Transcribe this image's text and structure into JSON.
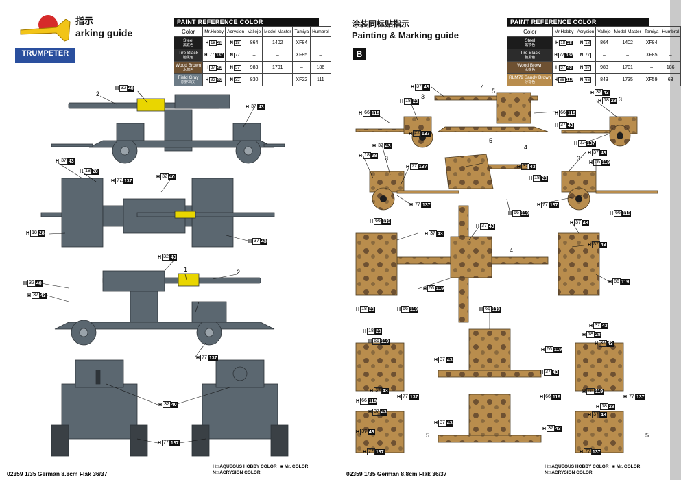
{
  "brand": "TRUMPETER",
  "left_page": {
    "title_cn": "指示",
    "title_en": "arking guide",
    "footer": "02359 1/35 German 8.8cm Flak 36/37"
  },
  "right_page": {
    "title_cn": "涂装同标贴指示",
    "title_en": "Painting & Marking guide",
    "section_badge": "B",
    "footer": "02359 1/35 German 8.8cm Flak 36/37"
  },
  "paint_table": {
    "title": "PAINT REFERENCE COLOR",
    "headers": [
      "Color",
      "Mr.Hobby",
      "Acrysion",
      "Vallejo",
      "Model Master",
      "Tamiya",
      "Humbrol"
    ],
    "rows_left": [
      {
        "name": "Steel",
        "name_cn": "黑铁色",
        "swatch": "#1c1c1c",
        "h": "18",
        "h2": "28",
        "n": "18",
        "vallejo": "864",
        "mm": "1402",
        "tamiya": "XF84",
        "humbrol": "–"
      },
      {
        "name": "Tire Black",
        "name_cn": "胎黑色",
        "swatch": "#2c2c2c",
        "h": "77",
        "h2": "137",
        "n": "77",
        "vallejo": "–",
        "mm": "–",
        "tamiya": "XF85",
        "humbrol": "–"
      },
      {
        "name": "Wood Brown",
        "name_cn": "木棕色",
        "swatch": "#6e5132",
        "h": "37",
        "h2": "43",
        "n": "37",
        "vallejo": "983",
        "mm": "1701",
        "tamiya": "–",
        "humbrol": "186"
      },
      {
        "name": "Field Gray",
        "name_cn": "原野灰(1)",
        "swatch": "#6c7b86",
        "h": "32",
        "h2": "40",
        "n": "32",
        "vallejo": "830",
        "mm": "–",
        "tamiya": "XF22",
        "humbrol": "111"
      }
    ],
    "rows_right": [
      {
        "name": "Steel",
        "name_cn": "黑铁色",
        "swatch": "#1c1c1c",
        "h": "18",
        "h2": "28",
        "n": "18",
        "vallejo": "864",
        "mm": "1402",
        "tamiya": "XF84",
        "humbrol": "–"
      },
      {
        "name": "Tire Black",
        "name_cn": "胎黑色",
        "swatch": "#2c2c2c",
        "h": "77",
        "h2": "137",
        "n": "77",
        "vallejo": "–",
        "mm": "–",
        "tamiya": "XF85",
        "humbrol": "–"
      },
      {
        "name": "Wood Brown",
        "name_cn": "木棕色",
        "swatch": "#6e5132",
        "h": "37",
        "h2": "43",
        "n": "37",
        "vallejo": "983",
        "mm": "1701",
        "tamiya": "–",
        "humbrol": "186"
      },
      {
        "name": "RLM79 Sandy Brown",
        "name_cn": "沙棕色",
        "swatch": "#b98d4d",
        "h": "66",
        "h2": "119",
        "n": "66",
        "vallejo": "843",
        "mm": "1735",
        "tamiya": "XF59",
        "humbrol": "63"
      }
    ]
  },
  "legend": {
    "aqueous": "AQUEOUS HOBBY COLOR",
    "acrysion": "ACRYSION COLOR",
    "mr": "Mr. COLOR",
    "h_prefix": "H",
    "n_prefix": "N"
  },
  "codes": {
    "h18": [
      "18",
      "28"
    ],
    "h77": [
      "77",
      "137"
    ],
    "h37": [
      "37",
      "43"
    ],
    "h32": [
      "32",
      "40"
    ],
    "h66": [
      "66",
      "119"
    ]
  },
  "part_numbers": [
    "1",
    "2",
    "3",
    "4",
    "5"
  ]
}
